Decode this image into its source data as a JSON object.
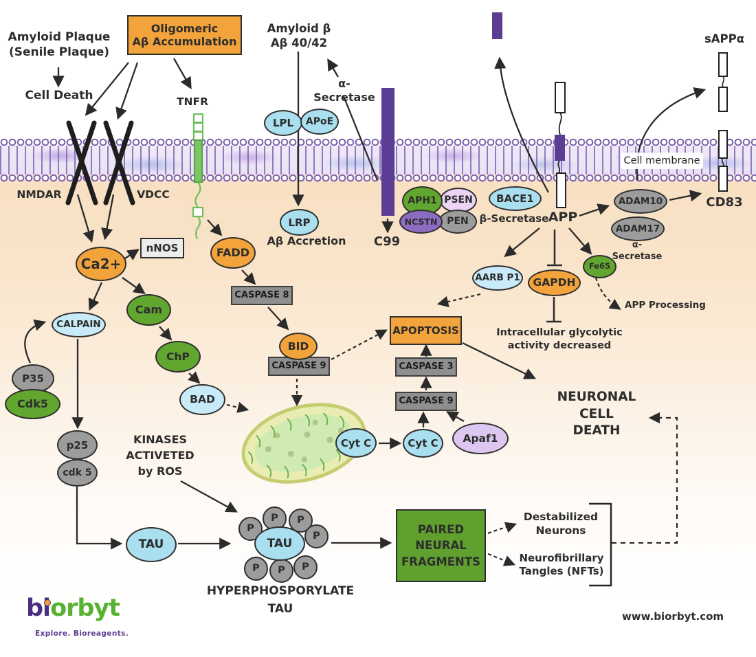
{
  "title": "Amyloid beta / APP processing and neuronal cell death pathway",
  "colors": {
    "node_orange": "#F2A33C",
    "node_green": "#61A62F",
    "node_cyan": "#A9DFEE",
    "node_light_blue": "#C9EAF8",
    "node_gray": "#9C9C9C",
    "node_purple": "#8B6CC0",
    "node_pink": "#ECD4F4",
    "node_lavender": "#DDC7F0",
    "caspase_box_gray": "#8F8F8F",
    "bar_purple": "#5C3D94",
    "paired_box_green": "#5FA02E",
    "membrane_outline": "#7A5FAE",
    "tnfr_green": "#72BE5E",
    "mito_outer": "#E9EDB4",
    "mito_inner": "#CFEAB2",
    "logo_purple": "#4B2E83",
    "logo_green": "#56B230",
    "background_peach": "#F8E0C2"
  },
  "labels": {
    "amyloid_plaque": "Amyloid Plaque\n(Senile Plaque)",
    "cell_death": "Cell Death",
    "oligomeric": "Oligomeric\nAβ Accumulation",
    "tnfr": "TNFR",
    "amyloid_beta": "Amyloid β\nAβ 40/42",
    "alpha_secretase_top": "α-Secretase",
    "lpl": "LPL",
    "apoe": "APoE",
    "lrp": "LRP",
    "ab_accretion": "Aβ Accretion",
    "c99": "C99",
    "nmdar": "NMDAR",
    "vdcc": "VDCC",
    "ca2": "Ca2+",
    "nnos": "nNOS",
    "calpain": "CALPAIN",
    "cam": "Cam",
    "chp": "ChP",
    "bad": "BAD",
    "p35": "P35",
    "cdk5": "Cdk5",
    "p25": "p25",
    "cdk5_lower": "cdk 5",
    "fadd": "FADD",
    "caspase8": "CASPASE 8",
    "bid": "BID",
    "caspase9_left": "CASPASE 9",
    "aph1": "APH1",
    "psen": "PSEN",
    "ncstn": "NCSTN",
    "pen": "PEN",
    "bace1": "BACE1",
    "beta_secretase": "β-Secretase",
    "app": "APP",
    "cell_membrane": "Cell membrane",
    "adam10": "ADAM10",
    "adam17": "ADAM17",
    "alpha_secretase_right": "α-Secretase",
    "cd83": "CD83",
    "sappa": "sAPPα",
    "aarb_p1": "AARB P1",
    "gapdh": "GAPDH",
    "fe65": "Fe65",
    "app_processing": "APP Processing",
    "intracellular": "Intracellular glycolytic\nactivity decreased",
    "apoptosis": "APOPTOSIS",
    "caspase3": "CASPASE 3",
    "caspase9_right": "CASPASE 9",
    "cytc": "Cyt C",
    "apaf1": "Apaf1",
    "neuronal_cell_death": "NEURONAL\nCELL\nDEATH",
    "kinases": "KINASES\nACTIVETED\nby ROS",
    "tau": "TAU",
    "p": "P",
    "hyperphosphorylate": "HYPERPHOSPORYLATE\nTAU",
    "paired": "PAIRED\nNEURAL\nFRAGMENTS",
    "destabilized": "Destabilized\nNeurons",
    "nft": "Neurofibrillary\nTangles (NFTs)",
    "website": "www.biorbyt.com",
    "logo_bi": "bi",
    "logo_orbyt": "orbyt",
    "tagline": "Explore. Bioreagents."
  }
}
